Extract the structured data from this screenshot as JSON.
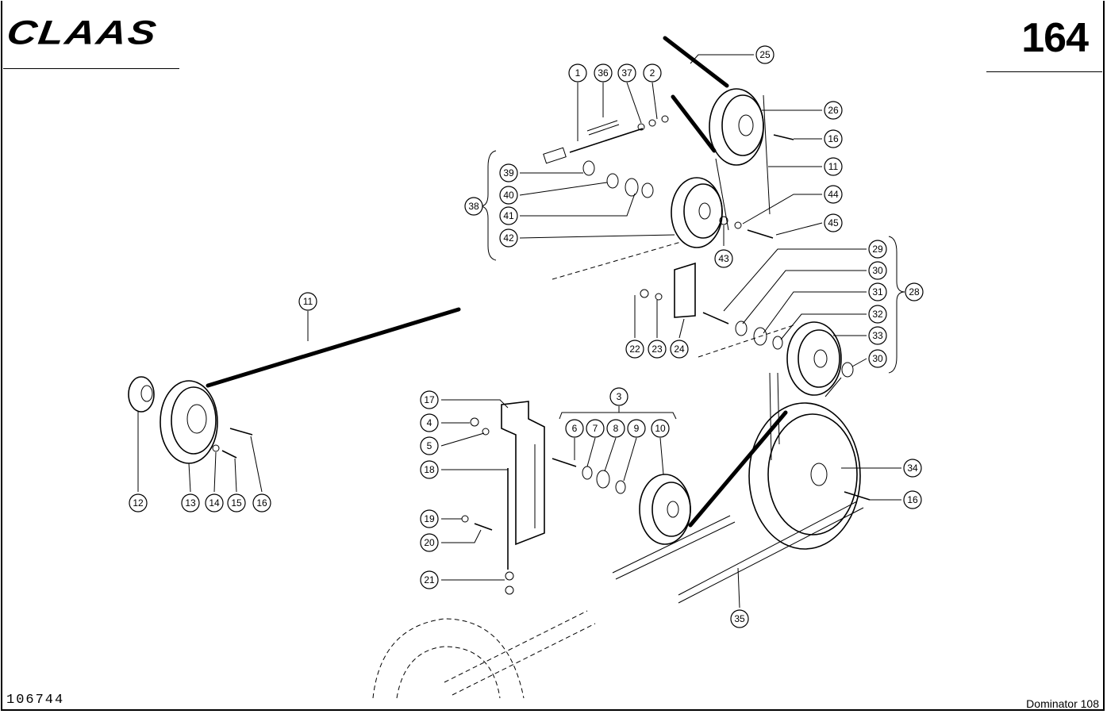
{
  "header": {
    "brand": "CLAAS",
    "page_number": "164"
  },
  "footer": {
    "drawing_number": "106744",
    "model": "Dominator 108"
  },
  "callouts": [
    "1",
    "2",
    "3",
    "4",
    "5",
    "6",
    "7",
    "8",
    "9",
    "10",
    "11",
    "11",
    "12",
    "13",
    "14",
    "15",
    "16",
    "16",
    "16",
    "17",
    "18",
    "19",
    "20",
    "21",
    "22",
    "23",
    "24",
    "25",
    "26",
    "28",
    "29",
    "30",
    "30",
    "31",
    "32",
    "33",
    "34",
    "35",
    "36",
    "37",
    "38",
    "39",
    "40",
    "41",
    "42",
    "43",
    "44",
    "45"
  ]
}
